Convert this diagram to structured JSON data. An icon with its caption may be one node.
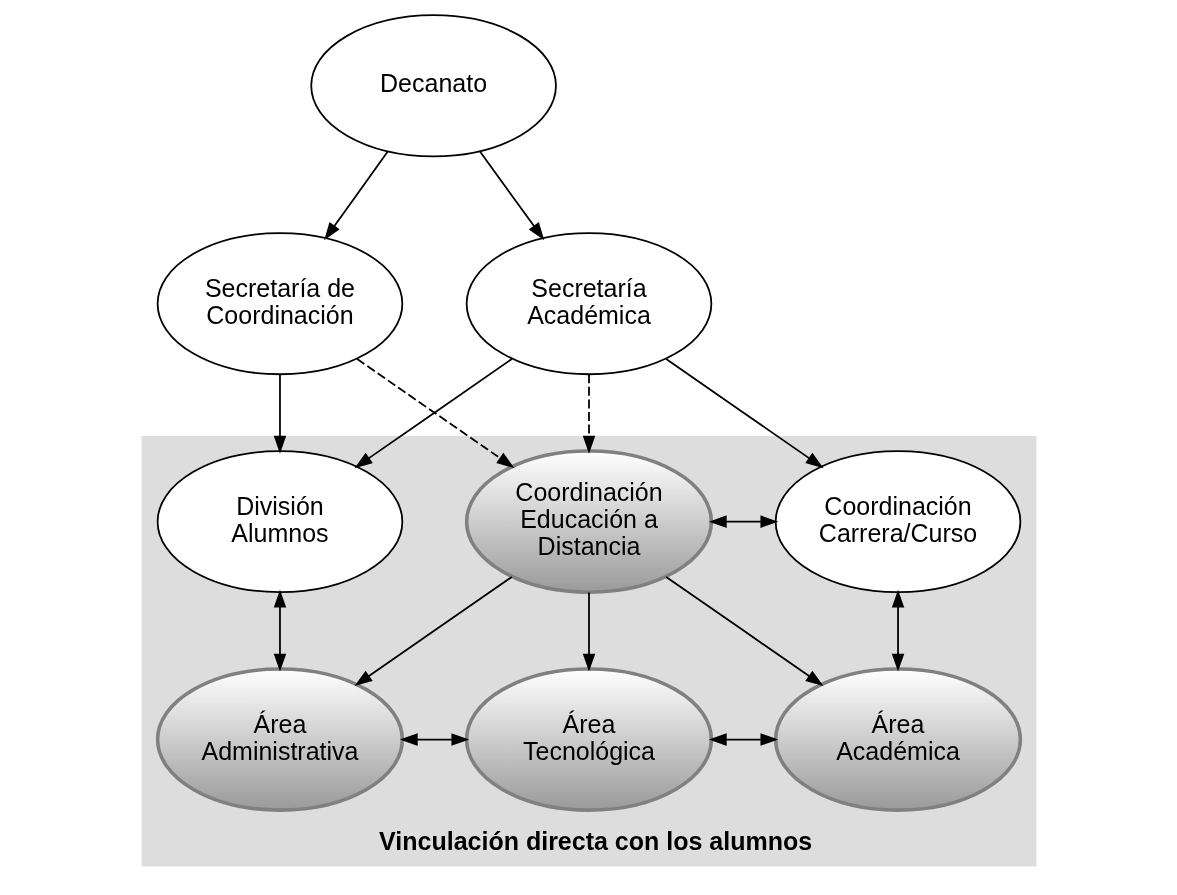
{
  "diagram": {
    "nodes": [
      {
        "text": [
          "Decanato"
        ]
      },
      {
        "text": [
          "Secretaría de Coordinación"
        ]
      },
      {
        "text": [
          "Secretaría Académica"
        ]
      },
      {
        "text": [
          "Vinculación directa con los alumnos"
        ]
      },
      {
        "text": [
          "División Alumnos"
        ],
        "in": 3
      },
      {
        "text": [
          "Coordinación Carrera/Curso"
        ],
        "in": 3
      },
      {
        "text": [
          "Coordinación Educación a Distancia"
        ],
        "in": 3
      },
      {
        "text": [
          "Área Administrativa"
        ],
        "in": 3
      },
      {
        "text": [
          "Área Tecnológica"
        ],
        "in": 3
      },
      {
        "text": [
          "Área Académica"
        ],
        "in": 3
      }
    ],
    "edges": [
      {
        "from": 0,
        "to": 1,
        "arrow": "to"
      },
      {
        "from": 0,
        "to": 2,
        "arrow": "to"
      },
      {
        "from": 1,
        "to": 4,
        "arrow": "to"
      },
      {
        "from": 2,
        "to": 4,
        "arrow": "to"
      },
      {
        "from": 2,
        "to": 6,
        "arrow": "to",
        "style": "dashed"
      },
      {
        "from": 2,
        "to": 5,
        "arrow": "to"
      },
      {
        "from": 1,
        "to": 6,
        "arrow": "to",
        "style": "dashed"
      },
      {
        "from": 6,
        "to": 5,
        "arrow": "both"
      },
      {
        "from": 4,
        "to": 7,
        "arrow": "both"
      },
      {
        "from": 5,
        "to": 9,
        "arrow": "both"
      },
      {
        "from": 6,
        "to": 7,
        "arrow": "to"
      },
      {
        "from": 6,
        "to": 8,
        "arrow": "to"
      },
      {
        "from": 6,
        "to": 9,
        "arrow": "to"
      },
      {
        "from": 7,
        "to": 8,
        "arrow": "both"
      },
      {
        "from": 8,
        "to": 9,
        "arrow": "both"
      }
    ]
  }
}
